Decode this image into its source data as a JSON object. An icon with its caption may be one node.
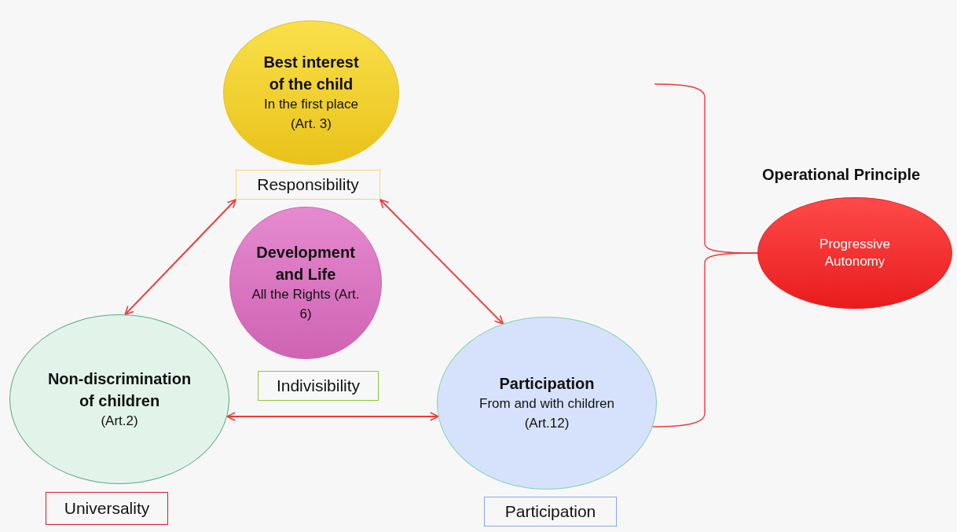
{
  "diagram": {
    "nodes": [
      {
        "text": [
          "Best interest of the child",
          "In the first place (Art. 3)"
        ]
      },
      {
        "text": [
          "Responsibility"
        ]
      },
      {
        "text": [
          "Development and Life",
          "All the Rights (Art. 6)"
        ]
      },
      {
        "text": [
          "Non-discrimination of children",
          "(Art.2)"
        ]
      },
      {
        "text": [
          "Indivisibility"
        ]
      },
      {
        "text": [
          "Participation",
          "From and with children (Art.12)"
        ]
      },
      {
        "text": [
          "Universality"
        ]
      },
      {
        "text": [
          "Participation"
        ]
      },
      {
        "text": [
          "Progressive Autonomy"
        ],
        "beside": [
          "Operational Principle"
        ]
      }
    ],
    "edges": [
      {
        "from": 1,
        "to": 3,
        "arrow": "both"
      },
      {
        "from": 1,
        "to": 5,
        "arrow": "both"
      },
      {
        "from": 3,
        "to": 5,
        "arrow": "both"
      },
      {
        "from": null,
        "to": 8,
        "arrow": "none"
      },
      {
        "from": 5,
        "to": 8,
        "arrow": "none"
      }
    ]
  }
}
